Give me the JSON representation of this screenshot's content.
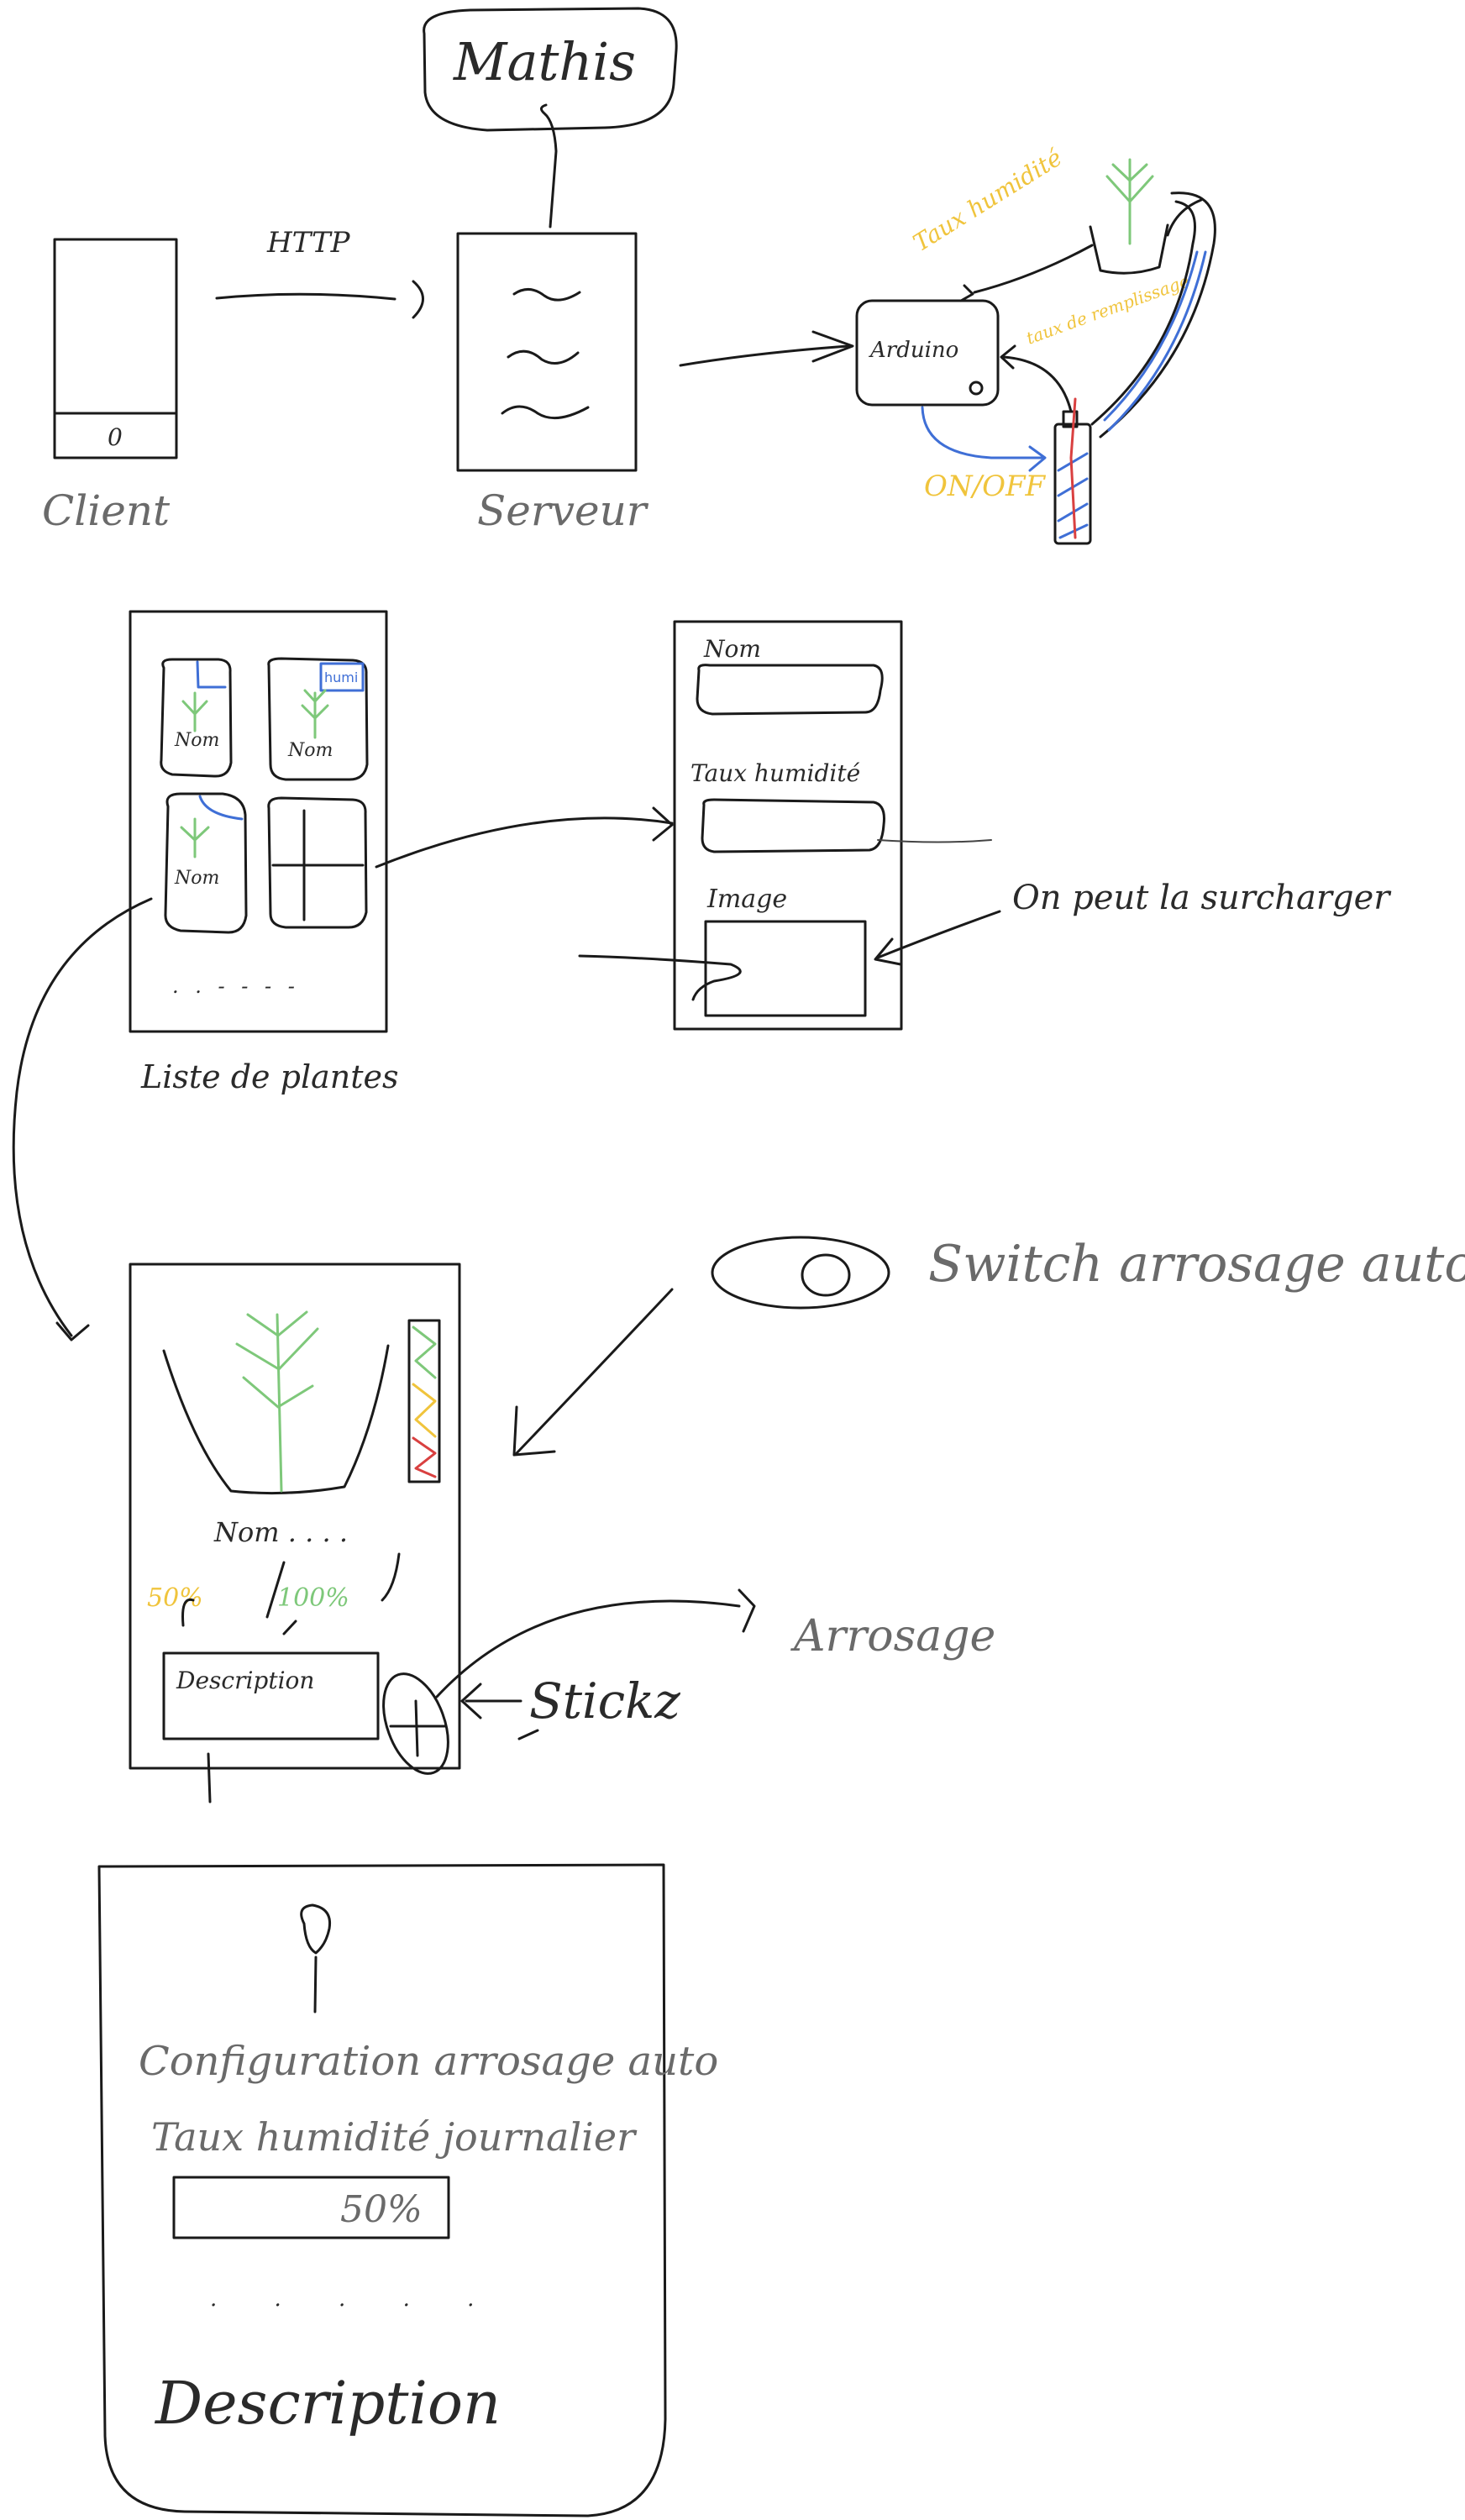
{
  "architecture": {
    "mathis": "Mathis",
    "http": "HTTP",
    "client": "Client",
    "client_button": "0",
    "serveur": "Serveur",
    "arduino": "Arduino",
    "taux_humidite": "Taux humidité",
    "taux_remplissage": "taux de remplissage",
    "on_off": "ON/OFF"
  },
  "plant_list_screen": {
    "caption": "Liste de plantes",
    "card_labels": [
      "Nom",
      "Nom",
      "Nom"
    ],
    "badge": "humi",
    "ellipsis": ". . - - - -"
  },
  "edit_screen": {
    "field_nom": "Nom",
    "field_taux": "Taux humidité",
    "field_image": "Image",
    "note": "On peut la surcharger"
  },
  "detail_screen": {
    "name": "Nom . . . .",
    "ratio_current": "50%",
    "ratio_total": "100%",
    "description": "Description",
    "switch_note": "Switch arrosage auto .",
    "switch_glyph": "O",
    "action_annotation": "Arrosage",
    "stickz": "Stickz"
  },
  "config_screen": {
    "title": "Configuration arrosage auto",
    "field_label": "Taux humidité journalier",
    "field_value": "50%",
    "ellipsis": ". . . . .",
    "description": "Description"
  },
  "colors": {
    "ink": "#1a1a1a",
    "green": "#7ec87a",
    "blue": "#3f6fd6",
    "red": "#d94040",
    "yellow": "#f0c43c"
  }
}
